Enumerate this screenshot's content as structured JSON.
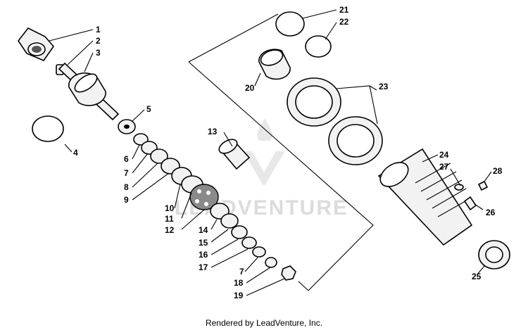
{
  "footer_text": "Rendered by LeadVenture, Inc.",
  "watermark_text": "LEADVENTURE",
  "callouts": [
    "1",
    "2",
    "3",
    "4",
    "5",
    "6",
    "7",
    "8",
    "9",
    "10",
    "11",
    "12",
    "13",
    "14",
    "15",
    "16",
    "17",
    "7",
    "18",
    "19",
    "20",
    "21",
    "22",
    "23",
    "24",
    "27",
    "28",
    "26",
    "25"
  ],
  "colors": {
    "line": "#000000",
    "watermark": "#d9d9d9",
    "part_fill": "#f2f2f2"
  }
}
